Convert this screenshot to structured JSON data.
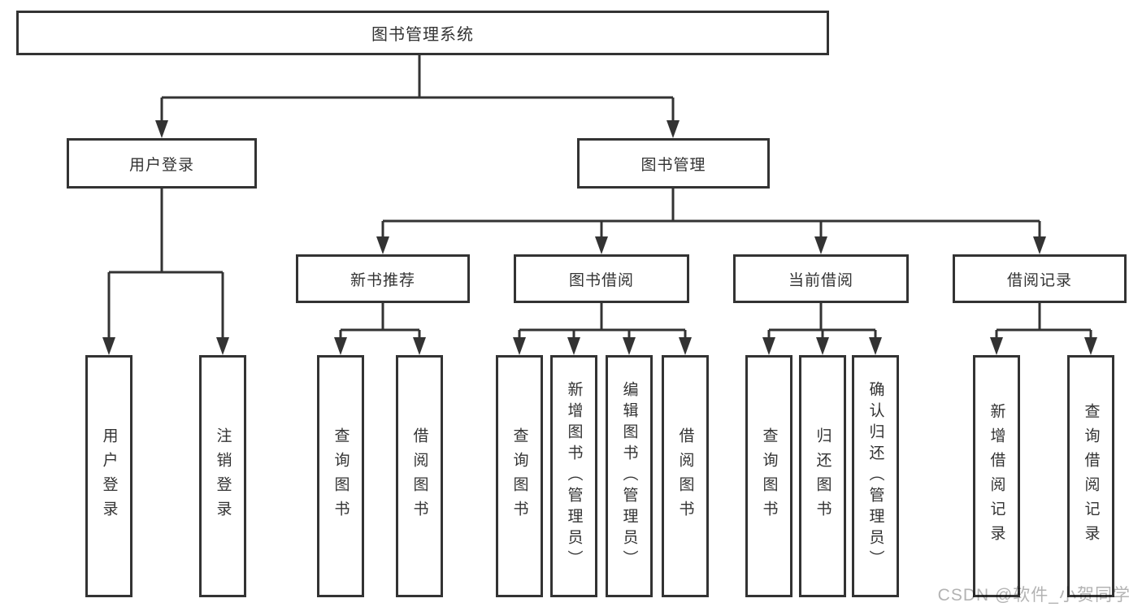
{
  "watermark": "CSDN @软件_小贺同学",
  "colors": {
    "line": "#333333",
    "box_border": "#333333",
    "box_fill": "#ffffff",
    "text": "#333333",
    "watermark": "#b3b3b3",
    "background": "#ffffff"
  },
  "tree": {
    "label": "图书管理系统",
    "children": [
      {
        "label": "用户登录",
        "children": [
          {
            "label": "用户登录"
          },
          {
            "label": "注销登录"
          }
        ]
      },
      {
        "label": "图书管理",
        "children": [
          {
            "label": "新书推荐",
            "children": [
              {
                "label": "查询图书"
              },
              {
                "label": "借阅图书"
              }
            ]
          },
          {
            "label": "图书借阅",
            "children": [
              {
                "label": "查询图书"
              },
              {
                "label": "新增图书（管理员）"
              },
              {
                "label": "编辑图书（管理员）"
              },
              {
                "label": "借阅图书"
              }
            ]
          },
          {
            "label": "当前借阅",
            "children": [
              {
                "label": "查询图书"
              },
              {
                "label": "归还图书"
              },
              {
                "label": "确认归还（管理员）"
              }
            ]
          },
          {
            "label": "借阅记录",
            "children": [
              {
                "label": "新增借阅记录"
              },
              {
                "label": "查询借阅记录"
              }
            ]
          }
        ]
      }
    ]
  }
}
